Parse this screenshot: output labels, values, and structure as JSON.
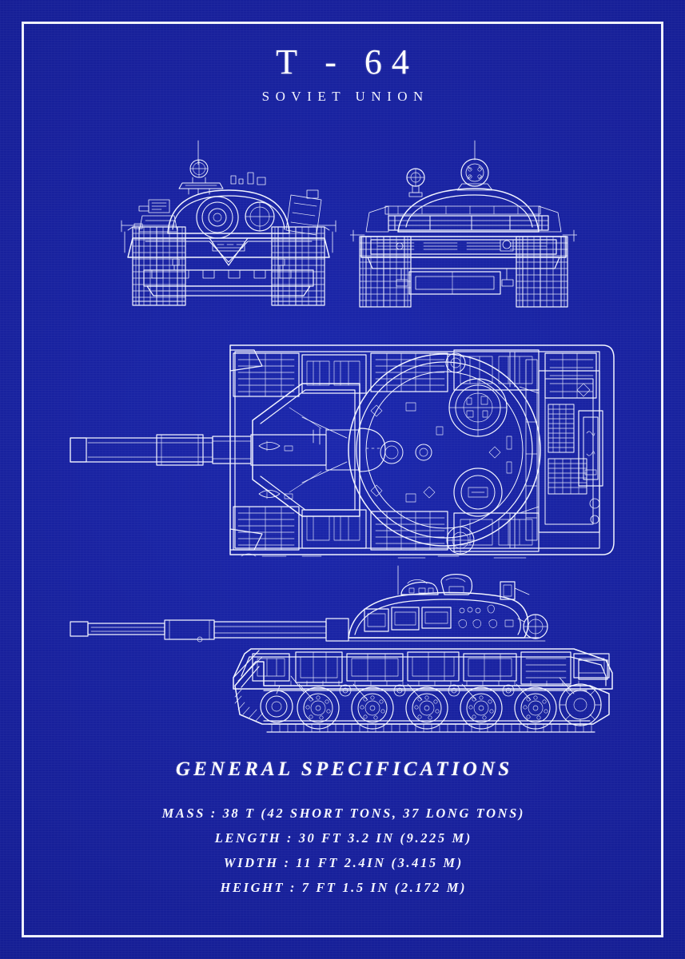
{
  "poster": {
    "background_color": "#1723a0",
    "ink_color": "#f2f4ff",
    "frame_color": "#eef0fb"
  },
  "header": {
    "title": "T - 64",
    "subtitle": "SOVIET UNION"
  },
  "views": [
    {
      "name": "front-view",
      "label": "front elevation"
    },
    {
      "name": "rear-view",
      "label": "rear elevation"
    },
    {
      "name": "top-view",
      "label": "plan view"
    },
    {
      "name": "side-view",
      "label": "side elevation"
    }
  ],
  "specs": {
    "heading": "GENERAL SPECIFICATIONS",
    "lines": [
      "MASS : 38 T (42 SHORT TONS, 37 LONG TONS)",
      "LENGTH : 30 FT 3.2 IN (9.225 M)",
      "WIDTH : 11 FT 2.4IN (3.415 M)",
      "HEIGHT : 7 FT 1.5 IN (2.172 M)"
    ]
  }
}
